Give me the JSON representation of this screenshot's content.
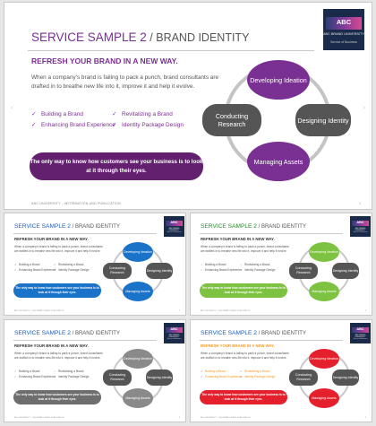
{
  "slide": {
    "title_main": "SERVICE SAMPLE 2",
    "title_sep": " / ",
    "title_sub": "BRAND IDENTITY",
    "heading": "REFRESH YOUR BRAND IN A NEW WAY.",
    "body": "When a company's brand is failing to pack a punch, brand consultants are drafted in to breathe new life into it, improve it and help it evolve.",
    "bullets_left": [
      "Building a Brand",
      "Enhancing Brand Experience"
    ],
    "bullets_right": [
      "Revitalizing a Brand",
      "Identity Package Design"
    ],
    "callout": "The only way to know how customers see your business is to look at it through their eyes.",
    "footer": "ABC UNIVERSITY - INFORMATION AND PUBLICATION",
    "page_number": "1",
    "cycle": {
      "top": "Developing Ideation",
      "right": "Designing Identity",
      "bottom": "Managing Assets",
      "left": "Conducting Research"
    },
    "logo": {
      "badge": "ABC",
      "line1": "ABC BRAND UNIVERSITY",
      "line2": "Service of Business"
    }
  },
  "thumbnails": [
    {
      "variant": "blue",
      "accent": "#1a73c8",
      "callout_bg": "#1a73c8",
      "page_number": "2"
    },
    {
      "variant": "green",
      "accent": "#7ec241",
      "callout_bg": "#7ec241",
      "page_number": "3"
    },
    {
      "variant": "gray",
      "accent": "#8a8a8a",
      "callout_bg": "#6e6e6e",
      "page_number": "4"
    },
    {
      "variant": "red-orange",
      "accent": "#e4202c",
      "callout_bg": "#e4202c",
      "page_number": "5"
    }
  ],
  "colors": {
    "main_accent": "#7a2f92",
    "main_callout": "#62206f",
    "dark_node": "#555555",
    "title_blue": "#1f5bb5",
    "orange_heading": "#f29a1f"
  },
  "icons": [
    "check-icon",
    "chevron-left-icon",
    "chevron-right-icon",
    "cycle-arrow-icon"
  ]
}
